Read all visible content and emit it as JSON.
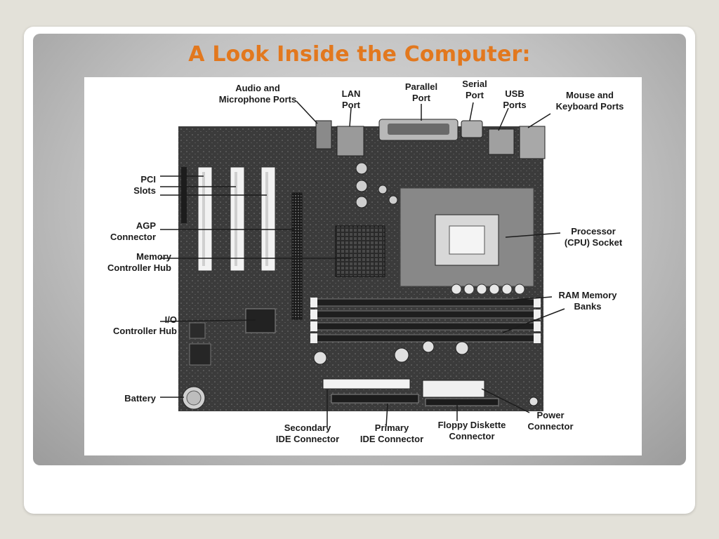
{
  "slide": {
    "title": "A Look Inside the Computer:"
  },
  "diagram": {
    "labels": {
      "audio": "Audio and\nMicrophone Ports",
      "lan": "LAN\nPort",
      "parallel": "Parallel\nPort",
      "serial": "Serial\nPort",
      "usb": "USB\nPorts",
      "mouse_keyboard": "Mouse and\nKeyboard Ports",
      "pci": "PCI\nSlots",
      "agp": "AGP\nConnector",
      "memory_hub": "Memory\nController Hub",
      "processor": "Processor\n(CPU) Socket",
      "ram": "RAM Memory\nBanks",
      "io_hub": "I/O\nController Hub",
      "battery": "Battery",
      "secondary_ide": "Secondary\nIDE Connector",
      "primary_ide": "Primary\nIDE Connector",
      "floppy": "Floppy Diskette\nConnector",
      "power": "Power\nConnector"
    }
  },
  "colors": {
    "title": "#e2781e",
    "board": "#3a3a3a",
    "panel": "#c2c2c2"
  }
}
